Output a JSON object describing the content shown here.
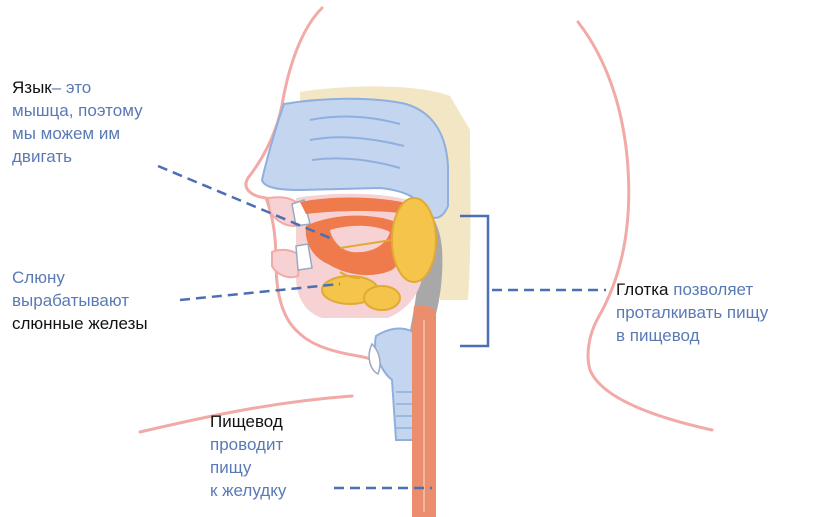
{
  "colors": {
    "skin_outline": "#f2aaa6",
    "nasal_blue": "#c3d5ef",
    "nasal_blue_dark": "#8fb0dc",
    "bone_beige": "#f3e6c4",
    "mouth_pink": "#f6d2d5",
    "tongue_orange": "#ef7a4b",
    "gland_yellow": "#f5c44a",
    "gland_yellow_dark": "#e1a935",
    "esophagus": "#ea8e6d",
    "pharynx_grey": "#a8a8a8",
    "leader_blue": "#4a70b3",
    "term_text": "#111111",
    "desc_text": "#5a7ab5"
  },
  "labels": {
    "tongue": {
      "term": "Язык",
      "desc_lines": [
        "– это",
        "мышца, поэтому",
        "мы можем им",
        "двигать"
      ]
    },
    "saliva": {
      "desc_lines": [
        "Слюну",
        "вырабатывают"
      ],
      "term": "слюнные железы"
    },
    "pharynx": {
      "term": "Глотка",
      "desc_lines": [
        "позволяет",
        "проталкивать пищу",
        "в пищевод"
      ]
    },
    "esophagus": {
      "term": "Пищевод",
      "desc_lines": [
        "проводит",
        "пищу",
        "к желудку"
      ]
    }
  }
}
